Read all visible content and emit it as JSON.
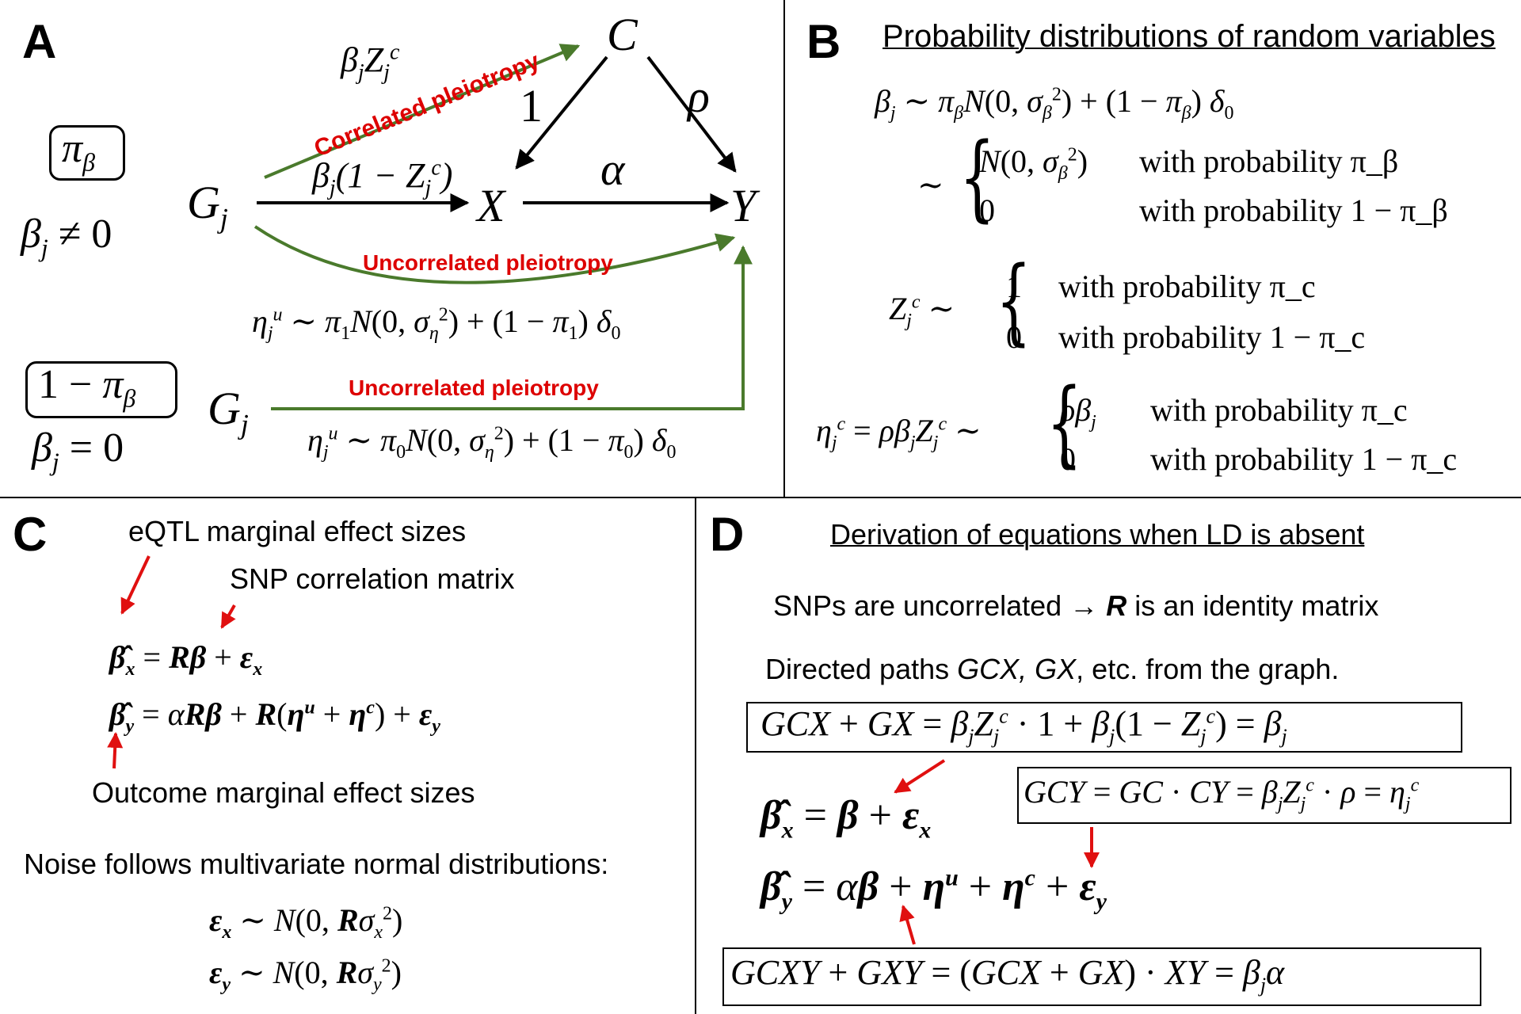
{
  "colors": {
    "green_edge": "#4a7a2c",
    "red_label": "#dd0000",
    "red_arrow": "#e01010",
    "divider": "#000000"
  },
  "panel_a": {
    "label": "A",
    "node_c": "C",
    "node_x": "X",
    "node_y": "Y",
    "node_g1": "G_j",
    "node_g2": "G_j",
    "edge_c_x": "1",
    "edge_c_y": "ρ",
    "edge_x_y": "α",
    "edge_g_x": "β_j(1 − Z_j^c)",
    "edge_g_c": "β_j Z_j^c",
    "correlated_label": "Correlated pleiotropy",
    "uncorrelated_label_1": "Uncorrelated pleiotropy",
    "uncorrelated_label_2": "Uncorrelated pleiotropy",
    "eta_nonzero": "η_j^u ∼ π_1 N(0, σ_η^2) + (1 − π_1) δ_0",
    "eta_zero": "η_j^u ∼ π_0 N(0, σ_η^2) + (1 − π_0) δ_0",
    "box_pi": "π_β",
    "beta_nonzero": "β_j ≠ 0",
    "box_one_minus_pi": "1 − π_β",
    "beta_zero": "β_j = 0"
  },
  "panel_b": {
    "label": "B",
    "title": "Probability distributions of random variables",
    "beta_def": "β_j ∼ π_β N(0, σ_β^2) + (1 − π_β) δ_0",
    "beta_case1_val": "N(0, σ_β^2)",
    "beta_case1_prob": "with probability π_β",
    "beta_case2_val": "0",
    "beta_case2_prob": "with probability 1 − π_β",
    "z_lhs": "Z_j^c",
    "z_case1_val": "1",
    "z_case1_prob": "with probability π_c",
    "z_case2_val": "0",
    "z_case2_prob": "with probability 1 − π_c",
    "eta_lhs": "η_j^c = ρ β_j Z_j^c",
    "eta_case1_val": "ρβ_j",
    "eta_case1_prob": "with probability π_c",
    "eta_case2_val": "0",
    "eta_case2_prob": "with probability 1 − π_c"
  },
  "panel_c": {
    "label": "C",
    "eqtl_note": "eQTL marginal effect sizes",
    "snp_note": "SNP correlation matrix",
    "eq_x": "β̂_x = Rβ + ε_x",
    "eq_y": "β̂_y = αRβ + R(η^u + η^c) + ε_y",
    "outcome_note": "Outcome marginal effect sizes",
    "noise_note": "Noise follows multivariate normal distributions:",
    "noise_x": "ε_x ∼ N(0, Rσ_x^2)",
    "noise_y": "ε_y ∼ N(0, Rσ_y^2)"
  },
  "panel_d": {
    "label": "D",
    "title": "Derivation of equations when LD is absent",
    "line1_pre": "SNPs are uncorrelated →",
    "line1_r": "R",
    "line1_post": "is an identity matrix",
    "line2_pre": "Directed paths",
    "line2_paths": "GCX, GX",
    "line2_post": ", etc. from the graph.",
    "box1": "GCX + GX = β_j Z_j^c · 1 + β_j(1 − Z_j^c) = β_j",
    "eq_x": "β̂_x = β + ε_x",
    "box2": "GCY = GC · CY = β_j Z_j^c · ρ = η_j^c",
    "eq_y": "β̂_y = αβ + η^u + η^c + ε_y",
    "box3": "GCXY + GXY = (GCX + GX) · XY = β_j α"
  }
}
